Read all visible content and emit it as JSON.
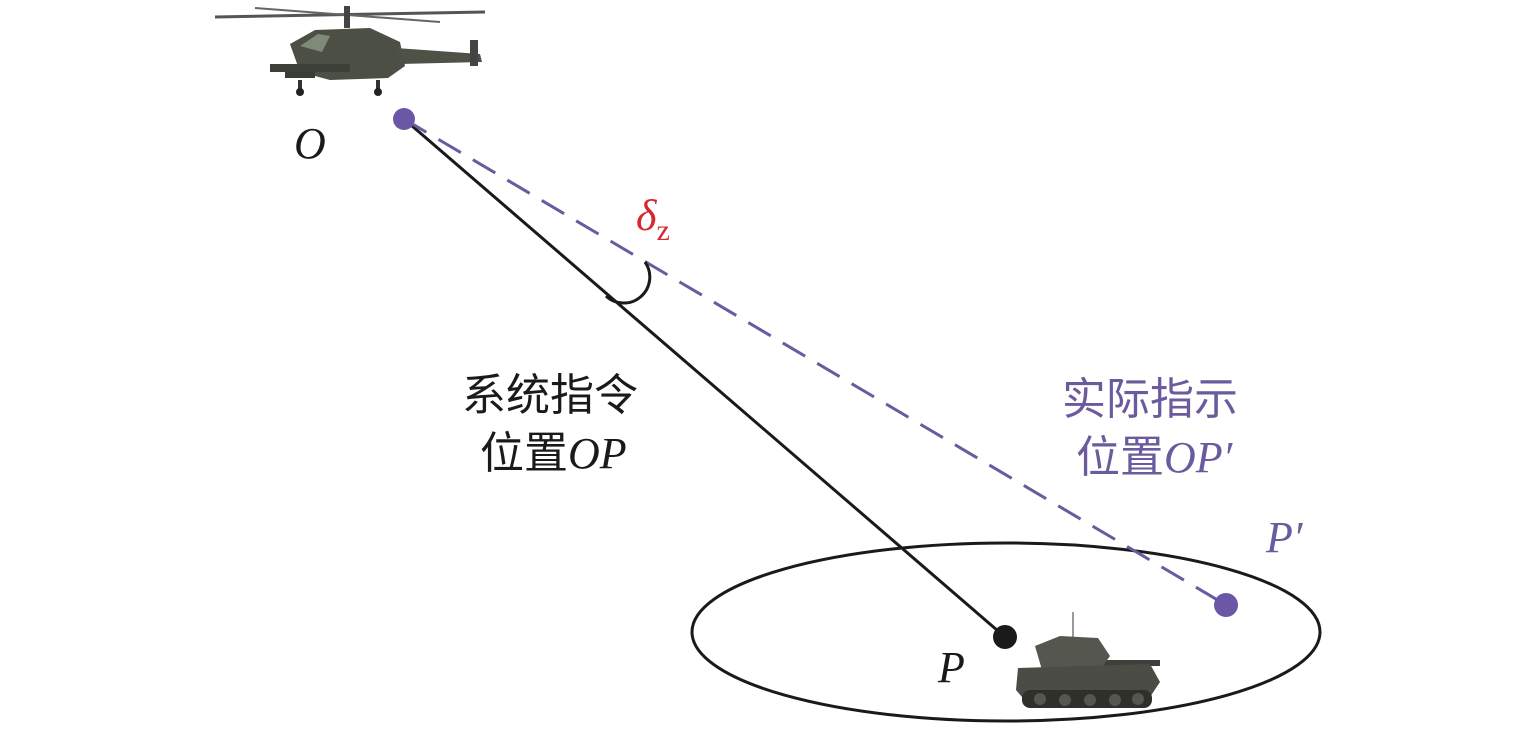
{
  "labels": {
    "origin": "O",
    "target": "P",
    "actual_point": "P′",
    "angle_symbol": "δ",
    "angle_subscript": "z",
    "system_line1": "系统指令",
    "system_line2_prefix": "位置",
    "system_line2_suffix": "OP",
    "actual_line1": "实际指示",
    "actual_line2_prefix": "位置",
    "actual_line2_suffix": "OP′"
  },
  "colors": {
    "black": "#1a1a1a",
    "purple": "#6a5a9e",
    "red": "#d7282f",
    "point_purple": "#6b57a5"
  },
  "icons": {
    "aircraft": "helicopter-icon",
    "vehicle": "tank-icon"
  }
}
